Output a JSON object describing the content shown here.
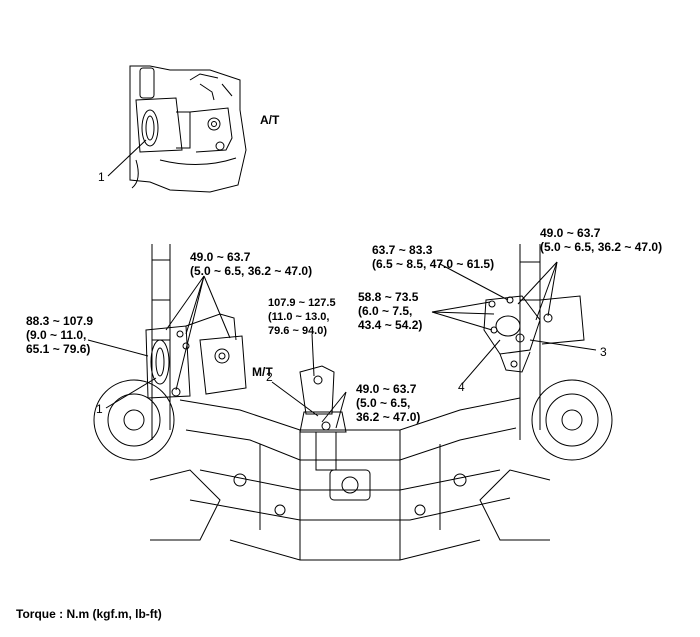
{
  "labels": {
    "at": "A/T",
    "mt": "M/T",
    "torque_note": "Torque : N.m (kgf.m, lb-ft)"
  },
  "callouts": {
    "top_1": "1",
    "left_1": "1",
    "item_2": "2",
    "item_3": "3",
    "item_4": "4"
  },
  "torques": {
    "left_mount": "88.3 ~ 107.9\n(9.0 ~ 11.0,\n65.1 ~ 79.6)",
    "left_bracket": "49.0 ~ 63.7\n(5.0 ~ 6.5, 36.2 ~ 47.0)",
    "mt_mount": "107.9 ~ 127.5\n(11.0 ~ 13.0,\n79.6 ~ 94.0)",
    "roll_rod": "49.0 ~ 63.7\n(5.0 ~ 6.5,\n36.2 ~ 47.0)",
    "right_center": "58.8 ~ 73.5\n(6.0 ~ 7.5,\n43.4 ~ 54.2)",
    "right_top": "63.7 ~ 83.3\n(6.5 ~ 8.5, 47.0 ~ 61.5)",
    "right_far": "49.0 ~ 63.7\n(5.0 ~ 6.5, 36.2 ~ 47.0)"
  }
}
